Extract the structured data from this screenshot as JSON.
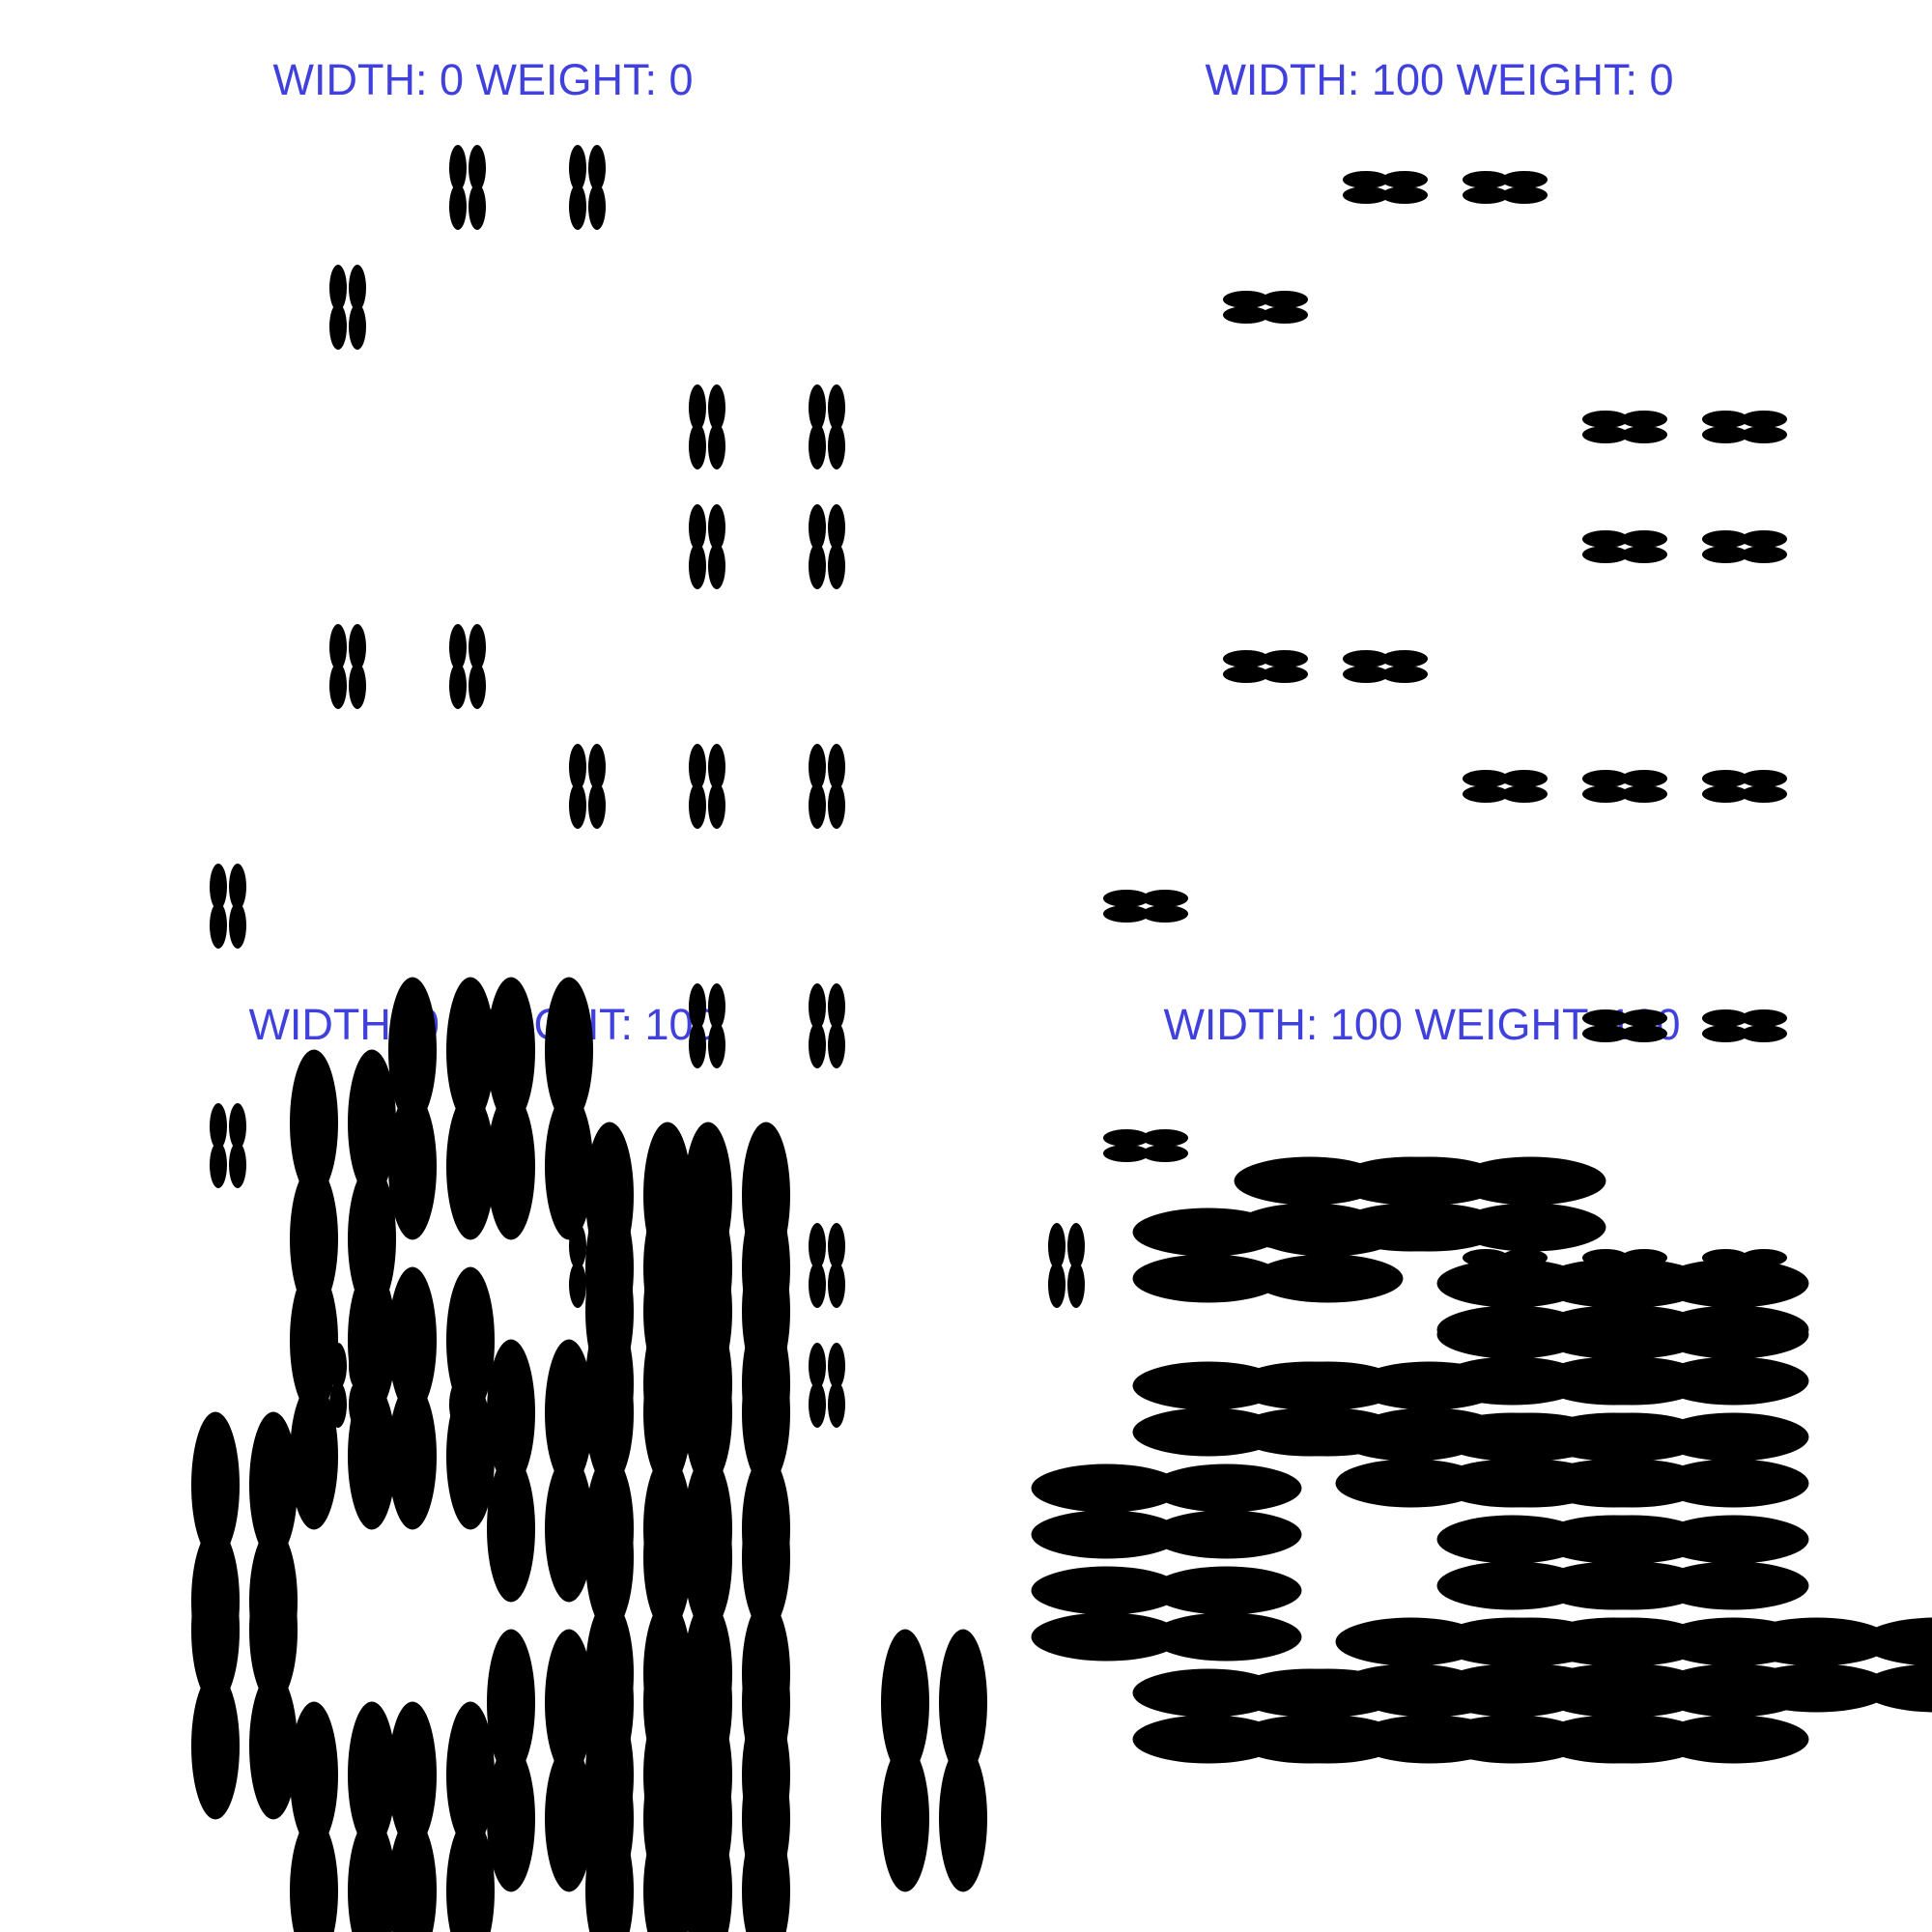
{
  "theme": {
    "title_color": "#4040dd",
    "glyph_color": "#000000",
    "background": "#ffffff"
  },
  "panels": [
    {
      "title": "WIDTH: 0 WEIGHT: 0",
      "width_axis": 0,
      "weight_axis": 0
    },
    {
      "title": "WIDTH: 100 WEIGHT: 0",
      "width_axis": 100,
      "weight_axis": 0
    },
    {
      "title": "WIDTH: 0 WEIGHT: 100",
      "width_axis": 0,
      "weight_axis": 100
    },
    {
      "title": "WIDTH: 100 WEIGHT: 100",
      "width_axis": 100,
      "weight_axis": 100
    }
  ],
  "glyph_grid": {
    "rows": [
      [
        0,
        0,
        0,
        1,
        1,
        0,
        0,
        0,
        0,
        0
      ],
      [
        0,
        0,
        1,
        0,
        0,
        0,
        0,
        0,
        0,
        0
      ],
      [
        0,
        0,
        0,
        0,
        0,
        1,
        1,
        0,
        0,
        0
      ],
      [
        0,
        0,
        0,
        0,
        0,
        1,
        1,
        0,
        0,
        0
      ],
      [
        0,
        0,
        1,
        1,
        0,
        0,
        0,
        0,
        0,
        0
      ],
      [
        0,
        0,
        0,
        0,
        1,
        1,
        1,
        0,
        0,
        0
      ],
      [
        0,
        1,
        0,
        0,
        0,
        0,
        0,
        0,
        0,
        0
      ],
      [
        0,
        0,
        0,
        0,
        0,
        1,
        1,
        0,
        0,
        0
      ],
      [
        0,
        1,
        0,
        0,
        0,
        0,
        0,
        0,
        0,
        0
      ],
      [
        0,
        0,
        0,
        0,
        1,
        1,
        1,
        0,
        1,
        0
      ],
      [
        0,
        0,
        1,
        1,
        0,
        1,
        1,
        0,
        0,
        0
      ]
    ]
  }
}
